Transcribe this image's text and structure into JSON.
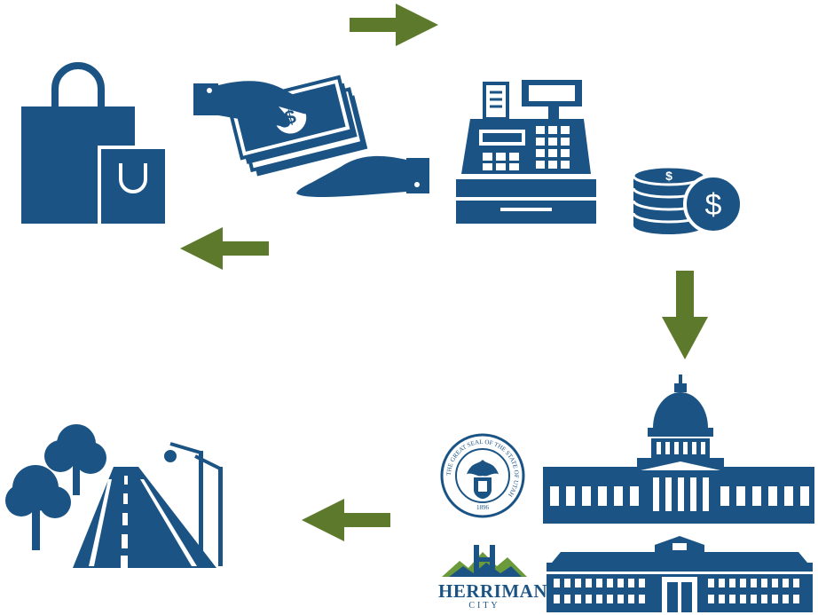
{
  "colors": {
    "primary": "#1b5484",
    "arrow": "#5d7a2c",
    "herriman_green": "#6b9a3a"
  },
  "icons": [
    "shopping-bag-icon",
    "cash-exchange-icon",
    "cash-register-icon",
    "coin-stack-icon",
    "capitol-building-icon",
    "state-seal-icon",
    "herriman-city-logo",
    "city-hall-icon",
    "road-trees-icon"
  ],
  "flow_arrows": [
    "right",
    "down",
    "left",
    "left"
  ],
  "herriman_logo": {
    "name": "HERRIMAN",
    "subtitle": "CITY"
  },
  "state_seal": {
    "ring_text": "THE GREAT SEAL OF THE STATE OF UTAH",
    "year": "1896"
  }
}
